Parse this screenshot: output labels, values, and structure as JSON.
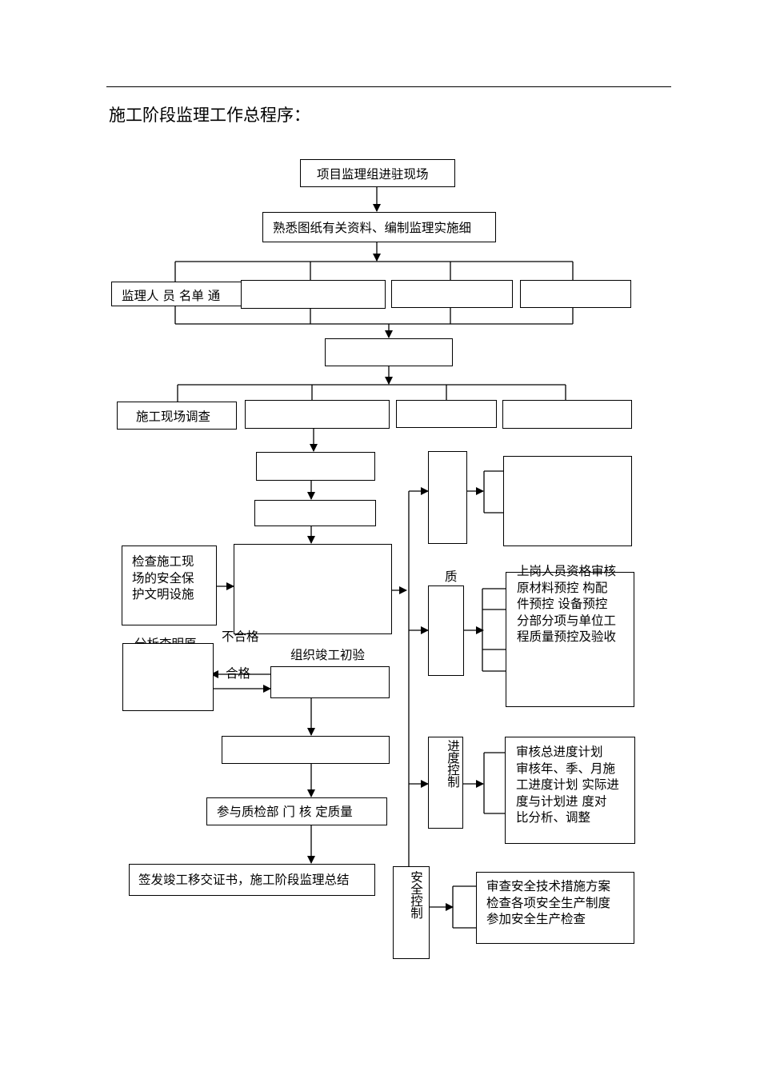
{
  "page": {
    "title": "施工阶段监理工作总程序："
  },
  "flow": {
    "n1": "项目监理组进驻现场",
    "n2": "熟悉图纸有关资料、编制监理实施细",
    "row1_box1": "监理人 员  名单  通",
    "row1_box2": "",
    "row1_box3": "",
    "row1_box4": "",
    "n3": "",
    "row2_box1": "施工现场调查",
    "row2_box2": "",
    "row2_box3": "",
    "row2_box4": "",
    "n4": "",
    "n5": "",
    "check_safety": [
      "检查施工现",
      "场的安全保",
      "护文明设施"
    ],
    "main_process": "",
    "analysis_cut": "分析查明原",
    "unqualified": "不合格",
    "qualified": "合格",
    "organize_inspection": "组织竣工初验",
    "analysis_box": "",
    "n6": "",
    "n7": "",
    "n8": "参与质检部 门 核 定质量",
    "n9": "签发竣工移交证书，施工阶段监理总结"
  },
  "right": {
    "ctrl1_label": "",
    "ctrl1_detail": "",
    "quality_label": "质",
    "quality_detail": [
      "上岗人员资格审核",
      "原材料预控  构配",
      "件预控  设备预控",
      "分部分项与单位工",
      "程质量预控及验收"
    ],
    "progress_label": "进度控制",
    "progress_detail": [
      "审核总进度计划",
      "审核年、季、月施",
      "工进度计划  实际进",
      "度与计划进  度对",
      "比分析、调整"
    ],
    "safety_label": "安全控制",
    "safety_detail": [
      "审查安全技术措施方案",
      "检查各项安全生产制度",
      "参加安全生产检查"
    ]
  }
}
